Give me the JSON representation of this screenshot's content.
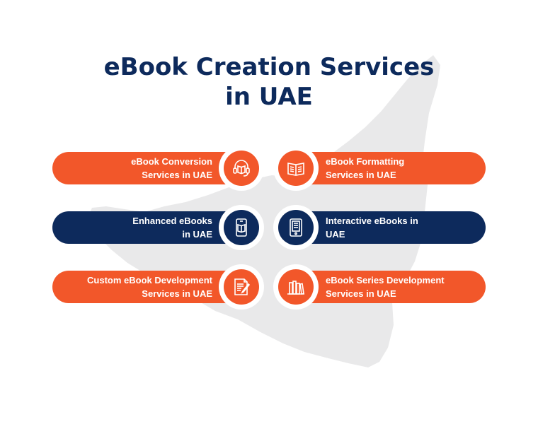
{
  "title": {
    "line1": "eBook Creation Services",
    "line2": "in UAE"
  },
  "colors": {
    "navy": "#0d2a5c",
    "orange": "#f2572a",
    "map_gray": "#e9e9ea"
  },
  "services": [
    {
      "label": "eBook Conversion\nServices in UAE",
      "color": "orange",
      "icon": "headset-book-icon"
    },
    {
      "label": "eBook Formatting\nServices in UAE",
      "color": "orange",
      "icon": "open-book-icon"
    },
    {
      "label": "Enhanced eBooks\nin UAE",
      "color": "navy",
      "icon": "phone-book-icon"
    },
    {
      "label": "Interactive eBooks in\nUAE",
      "color": "navy",
      "icon": "ereader-icon"
    },
    {
      "label": "Custom eBook Development\nServices in UAE",
      "color": "orange",
      "icon": "document-pen-icon"
    },
    {
      "label": "eBook Series Development\nServices in UAE",
      "color": "orange",
      "icon": "books-shelf-icon"
    }
  ]
}
